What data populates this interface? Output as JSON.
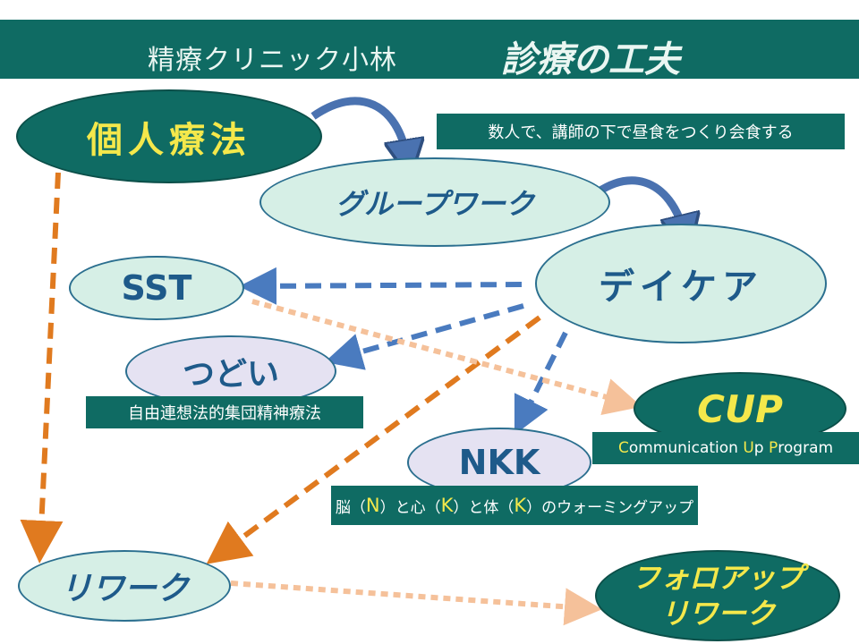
{
  "header": {
    "clinic_name": "精療クリニック小林",
    "subtitle": "診療の工夫"
  },
  "nodes": {
    "individual": "個人療法",
    "group_work": "グループワーク",
    "day_care": "デイケア",
    "sst": "SST",
    "tsudoi": "つどい",
    "cup": "CUP",
    "nkk": "NKK",
    "rework": "リワーク",
    "followup_line1": "フォロアップ",
    "followup_line2": "リワーク"
  },
  "captions": {
    "group_work_note": "数人で、講師の下で昼食をつくり会食する",
    "tsudoi_note": "自由連想法的集団精神療法",
    "cup_note": {
      "c": "C",
      "t1": "ommunication ",
      "u": "U",
      "t2": "p ",
      "p": "P",
      "t3": "rogram"
    },
    "nkk_note": {
      "t1": "脳（",
      "n": "N",
      "t2": "）と心（",
      "k1": "K",
      "t3": "）と体（",
      "k2": "K",
      "t4": "）のウォーミングアップ"
    }
  },
  "colors": {
    "banner": "#0f6b63",
    "orange_arrow": "#e07a1f",
    "blue_arrow": "#4a7bbf",
    "peach_arrow": "#f5c19a",
    "highlight": "#f4e84b"
  }
}
